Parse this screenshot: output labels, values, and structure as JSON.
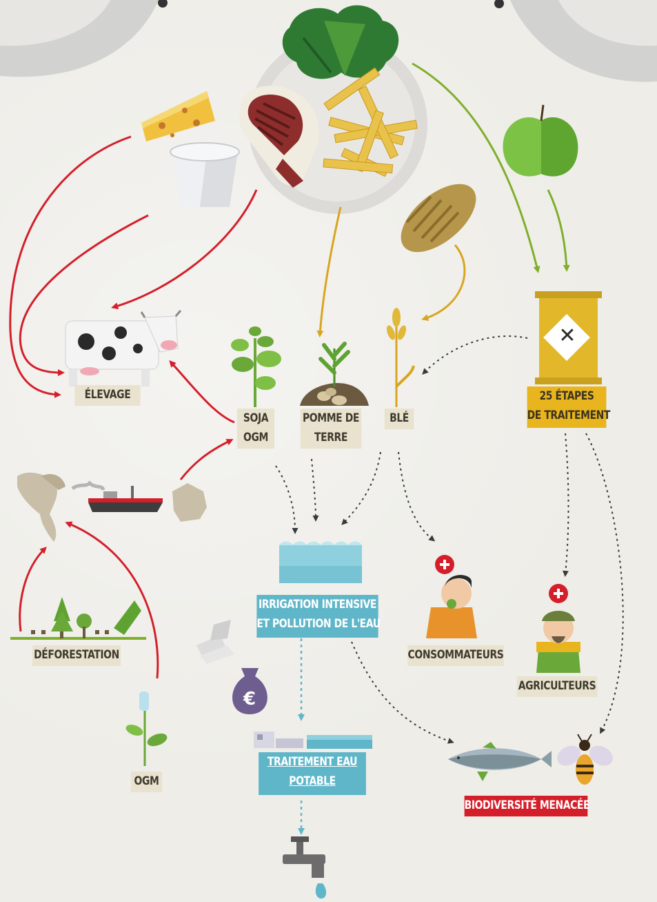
{
  "labels": {
    "elevage": "ÉLEVAGE",
    "soja_line1": "SOJA",
    "soja_line2": "OGM",
    "pomme_line1": "POMME DE",
    "pomme_line2": "TERRE",
    "ble": "BLÉ",
    "traitement_line1": "25 ÉTAPES",
    "traitement_line2": "DE TRAITEMENT",
    "irrigation_line1": "IRRIGATION INTENSIVE",
    "irrigation_line2": "ET POLLUTION DE L'EAU",
    "consommateurs": "CONSOMMATEURS",
    "agriculteurs": "AGRICULTEURS",
    "deforestation": "DÉFORESTATION",
    "ogm": "OGM",
    "eau_line1": "TRAITEMENT EAU",
    "eau_line2": "POTABLE",
    "biodiversite": "BIODIVERSITÉ MENACÉE"
  },
  "icons": {
    "euro_symbol": "€",
    "pesticide_symbol": "✕"
  },
  "colors": {
    "red_arrow": "#d41f2b",
    "gold_arrow": "#d9a520",
    "green_arrow": "#7fae2a",
    "beige_label": "#e8e2cf",
    "yellow_label": "#e9b51f",
    "blue_label": "#5fb6c9",
    "red_label": "#d41f2b"
  }
}
